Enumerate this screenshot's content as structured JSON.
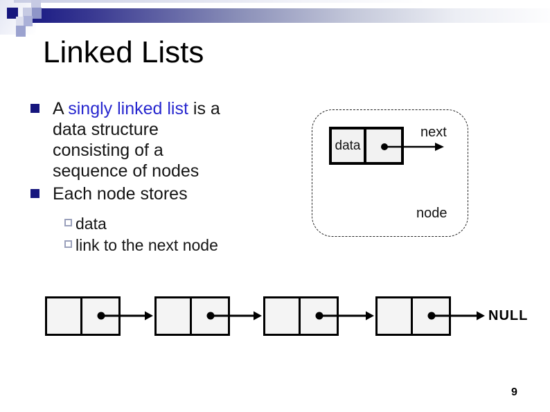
{
  "slide": {
    "title": "Linked Lists",
    "page_number": "9"
  },
  "bullets": {
    "b1": {
      "prefix": "A",
      "highlight": "singly linked list",
      "suffix": "is a",
      "line2": "data structure",
      "line3": "consisting of a",
      "line4": "sequence of nodes"
    },
    "b2": {
      "text": "Each node stores",
      "sub1": "data",
      "sub2": "link to the next node"
    }
  },
  "node_diagram": {
    "data_label": "data",
    "next_label": "next",
    "node_label": "node"
  },
  "list_diagram": {
    "null_label": "NULL"
  },
  "colors": {
    "accent_navy": "#15157d",
    "highlight_blue": "#2727cf",
    "header_bar_start": "#1b1b84",
    "box_fill": "#f2f2f2"
  }
}
